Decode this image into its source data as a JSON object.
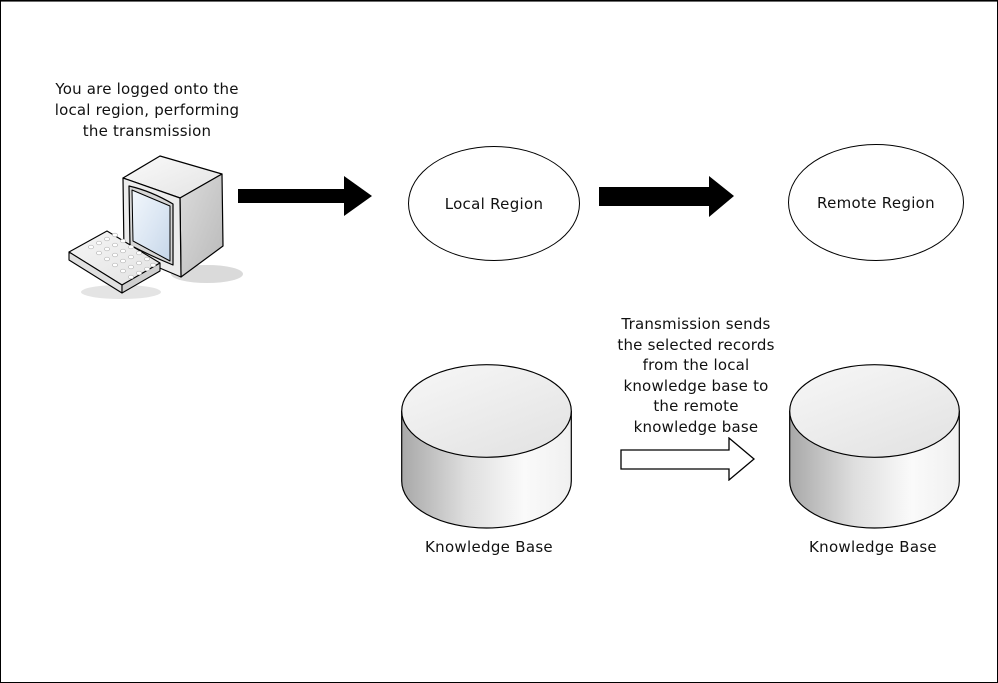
{
  "captions": {
    "login": {
      "lines": [
        "You are logged onto the",
        "local region, performing",
        "the transmission"
      ]
    },
    "transmission": {
      "lines": [
        "Transmission sends",
        "the selected records",
        "from the local",
        "knowledge base to",
        "the remote",
        "knowledge base"
      ]
    }
  },
  "nodes": {
    "local_region": {
      "label": "Local Region"
    },
    "remote_region": {
      "label": "Remote Region"
    },
    "local_knowledge_base": {
      "label": "Knowledge Base"
    },
    "remote_knowledge_base": {
      "label": "Knowledge Base"
    }
  },
  "icons": {
    "computer": "computer-icon",
    "arrow_solid": "arrow-right-icon",
    "arrow_hollow": "hollow-arrow-right-icon",
    "database": "database-cylinder-icon"
  },
  "colors": {
    "outline": "#000000",
    "background": "#ffffff",
    "solid_arrow": "#000000",
    "hollow_arrow_fill": "#ffffff",
    "cylinder_side_dark": "#a8a8a8",
    "cylinder_side_light": "#ffffff",
    "cylinder_top": "#ededed",
    "monitor_screen": "#dbe6f3",
    "monitor_body": "#e8e8e8"
  }
}
